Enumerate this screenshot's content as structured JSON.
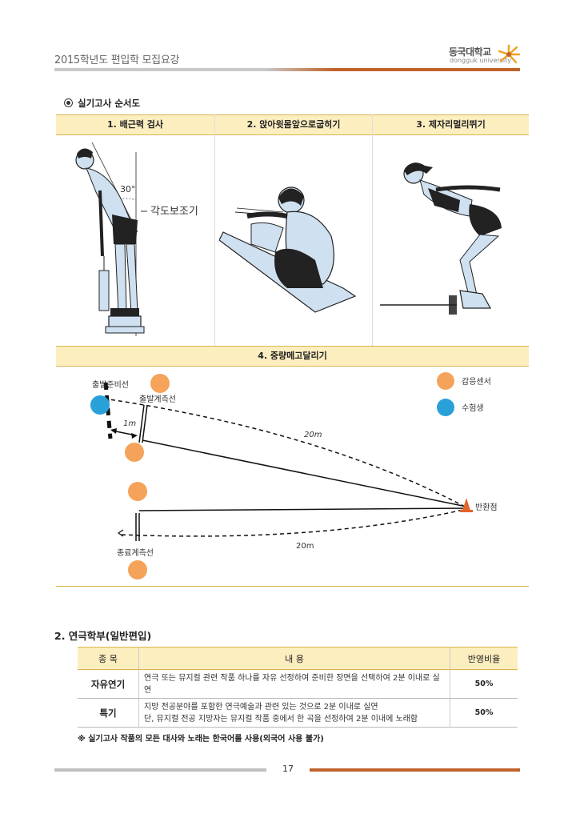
{
  "header": {
    "title": "2015학년도 편입학 모집요강",
    "logo_kr": "동국대학교",
    "logo_en": "dongguk university"
  },
  "section1": {
    "heading": "실기고사 순서도",
    "tests": [
      {
        "label": "1. 배근력 검사"
      },
      {
        "label": "2. 앉아윗몸앞으로굽히기"
      },
      {
        "label": "3. 제자리멀리뛰기"
      },
      {
        "label": "4. 중량메고달리기"
      }
    ],
    "fig1": {
      "angle": "30°",
      "annotation": "각도보조기"
    },
    "diagram": {
      "start_prep": "출발준비선",
      "start_measure": "출발계측선",
      "distance_1": "1m",
      "distance_top": "20m",
      "distance_bottom": "20m",
      "turn_point": "반환점",
      "end_measure": "종료계측선",
      "legend": [
        {
          "label": "감응센서",
          "color": "#f5a35a"
        },
        {
          "label": "수험생",
          "color": "#2aa0d8"
        }
      ]
    }
  },
  "section2": {
    "heading": "2. 연극학부(일반편입)",
    "table": {
      "headers": [
        "종 목",
        "내 용",
        "반영비율"
      ],
      "rows": [
        {
          "item": "자유연기",
          "content": "연극 또는 뮤지컬 관련 작품 하나를 자유 선정하여 준비한 장면을 선택하여 2분 이내로 실연",
          "ratio": "50%"
        },
        {
          "item": "특기",
          "content_1": "지망 전공분야를 포함한 연극예술과 관련 있는 것으로 2분 이내로 실연",
          "content_2": "단, 뮤지컬 전공 지망자는 뮤지컬 작품 중에서 한 곡을 선정하여 2분 이내에 노래함",
          "ratio": "50%"
        }
      ]
    },
    "note": "※ 실기고사 작품의 모든 대사와 노래는 한국어를 사용(외국어 사용 불가)"
  },
  "footer": {
    "page": "17"
  }
}
